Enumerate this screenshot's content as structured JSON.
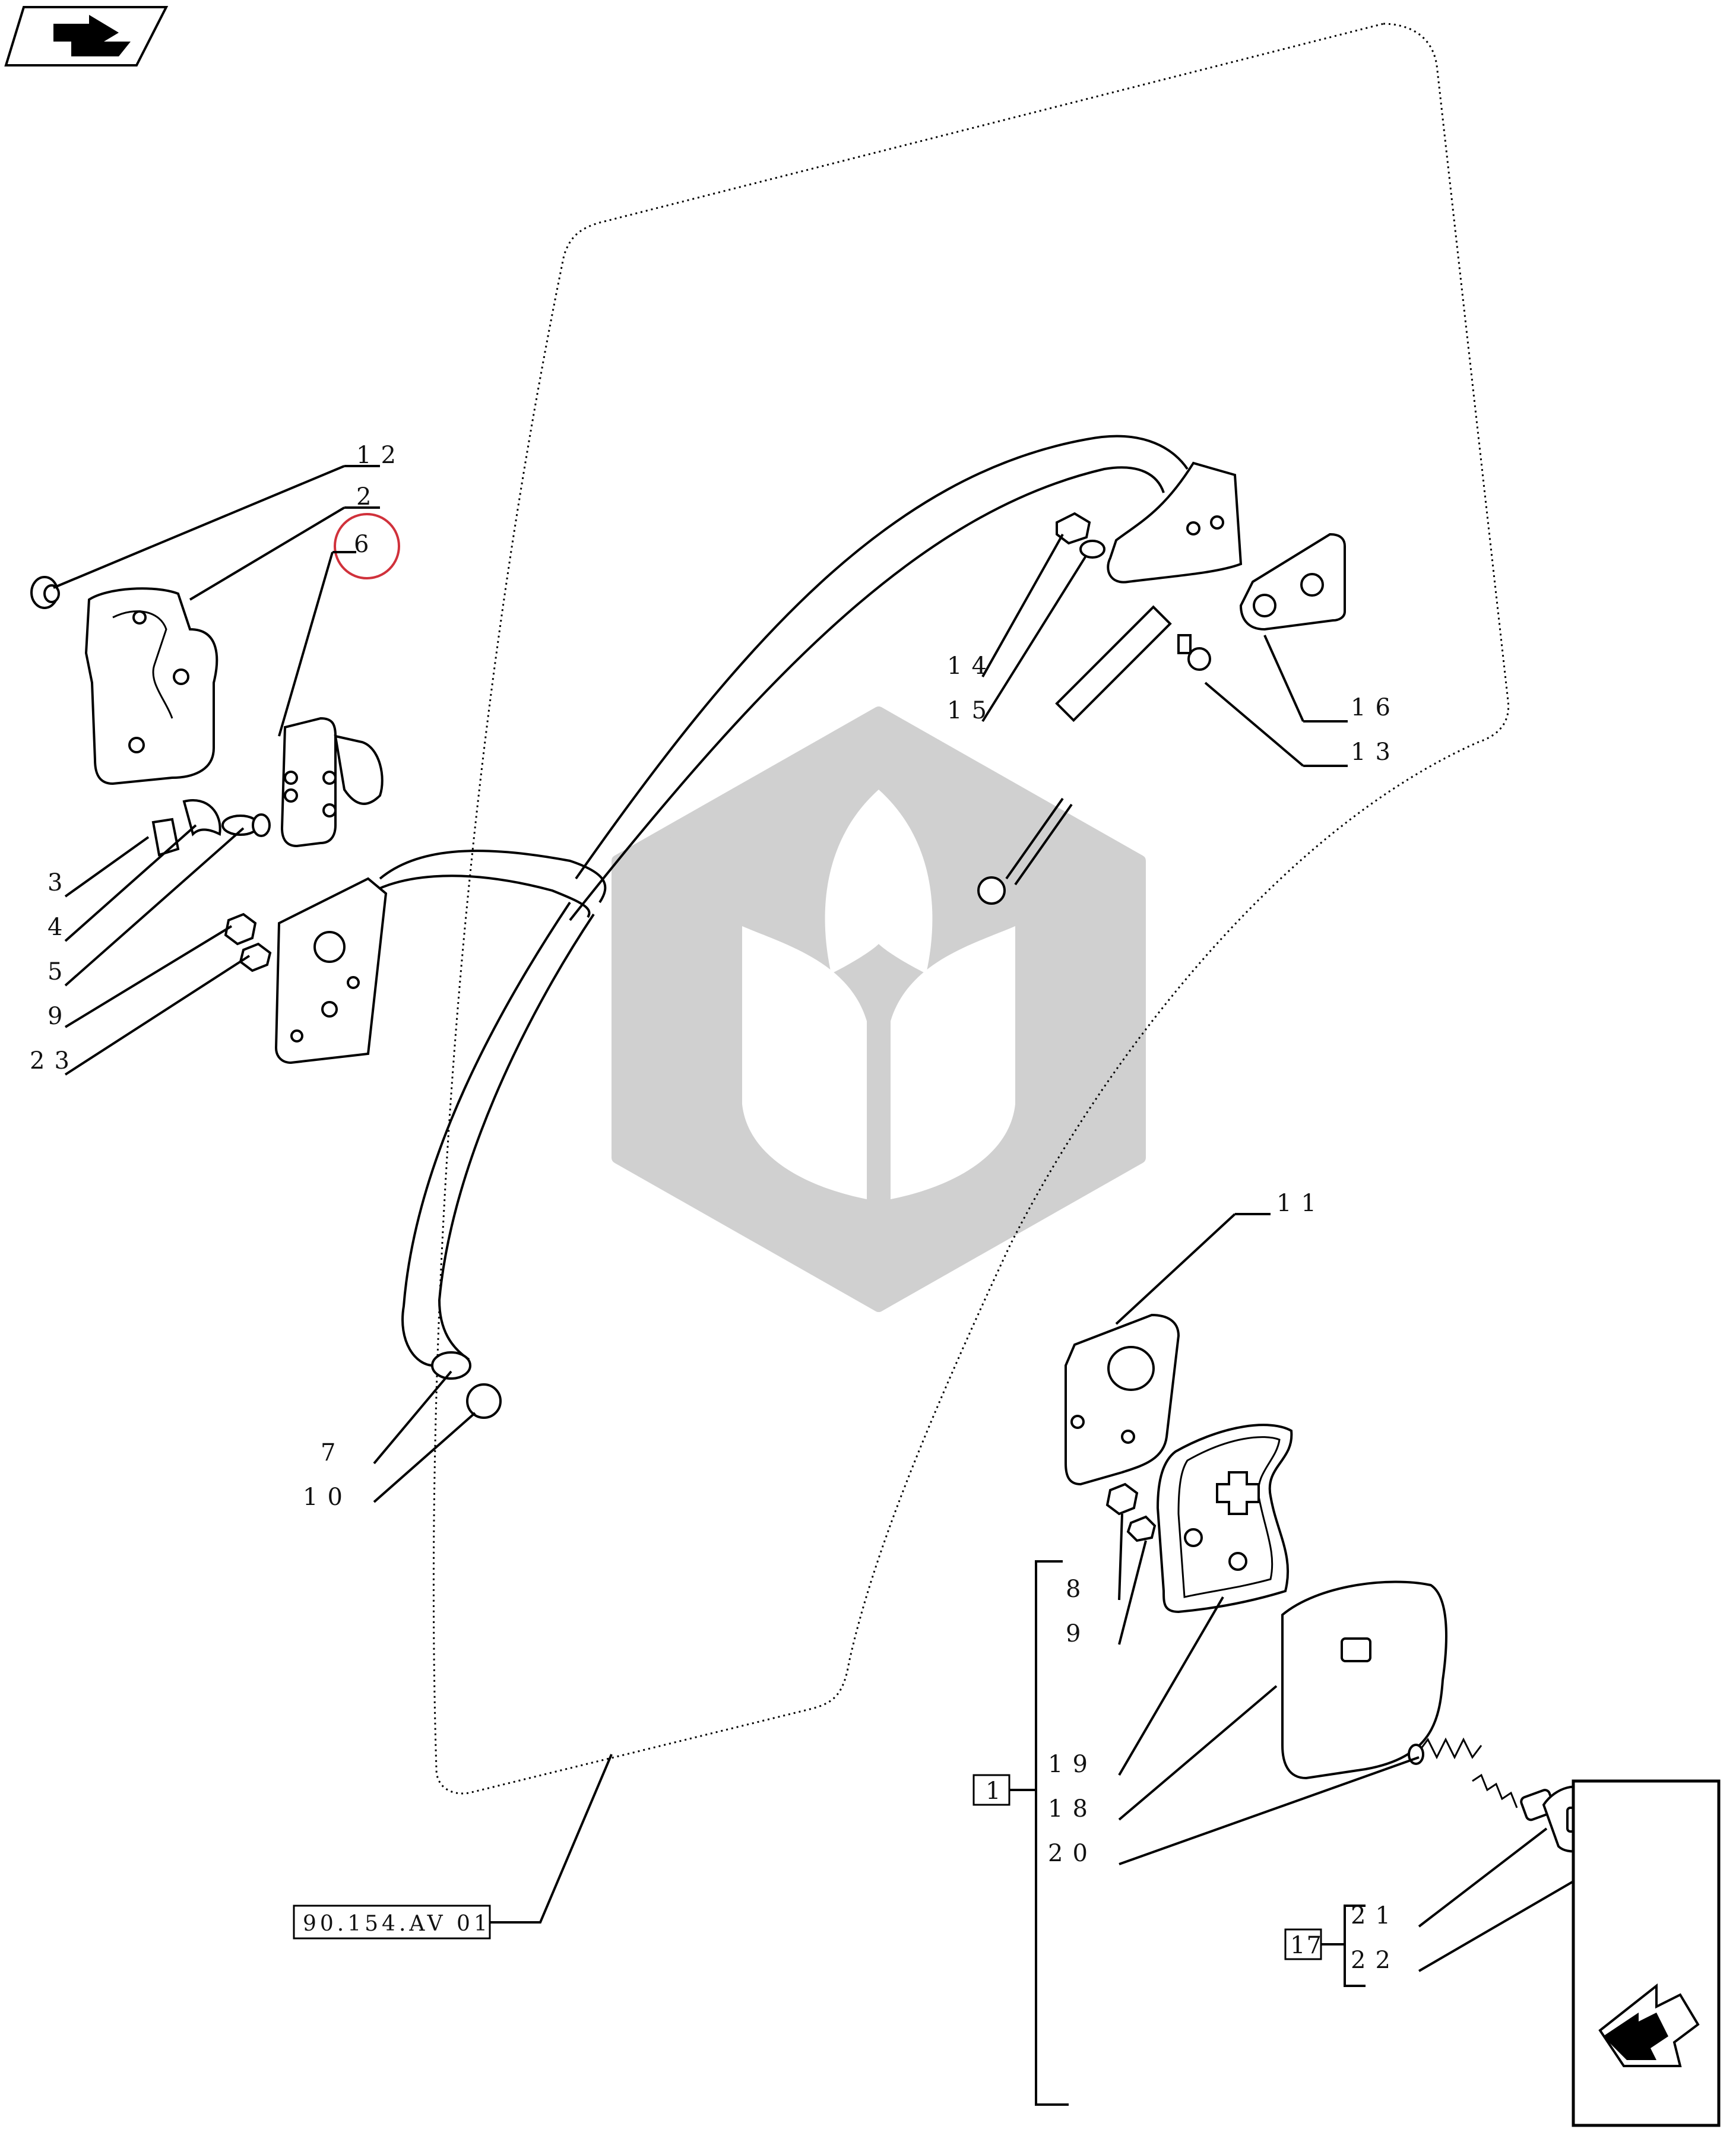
{
  "callouts": {
    "c1": "1",
    "c2": "2",
    "c3": "3",
    "c4": "4",
    "c5": "5",
    "c6": "6",
    "c7": "7",
    "c8": "8",
    "c9a": "9",
    "c9b": "9",
    "c10": "10",
    "c11": "11",
    "c12": "12",
    "c13": "13",
    "c14": "14",
    "c15": "15",
    "c16": "16",
    "c17": "17",
    "c18": "18",
    "c19": "19",
    "c20": "20",
    "c21": "21",
    "c22": "22",
    "c23": "23"
  },
  "reference_box": "90.154.AV 01",
  "colors": {
    "highlight_circle": "#d0313b",
    "watermark": "#c8c8c8"
  },
  "icons": {
    "top_left": "book-arrow-icon",
    "bottom_right": "next-page-arrow-icon",
    "center": "wheat-leaf-watermark-icon"
  }
}
